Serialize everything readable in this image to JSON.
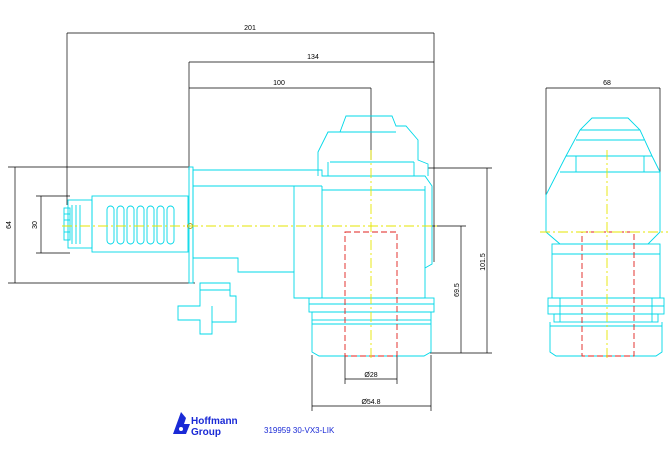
{
  "dimensions": {
    "overall_length": "201",
    "flange_to_end": "134",
    "flange_to_axis": "100",
    "side_width": "68",
    "height_total": "64",
    "shank_dia": "30",
    "axis_height": "101.5",
    "axis_to_bottom": "69.5",
    "inner_dia": "Ø28",
    "outer_dia": "Ø54.8"
  },
  "logo": {
    "line1": "Hoffmann",
    "line2": "Group"
  },
  "part_code": "319959 30-VX3-LIK",
  "colors": {
    "outline": "#00d8e8",
    "hidden_lines": "#e0201c",
    "center_lines": "#e6e600",
    "dimension_lines": "#000000",
    "logo": "#1a2ad6"
  }
}
